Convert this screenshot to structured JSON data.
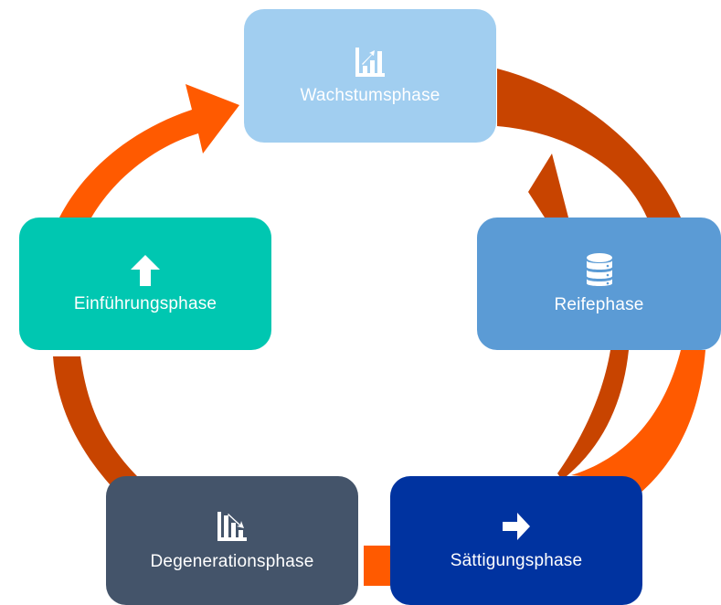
{
  "colors": {
    "arrow_dark": "#C84400",
    "arrow_light": "#FF5A00"
  },
  "phases": [
    {
      "key": "wachstum",
      "label": "Wachstumsphase",
      "icon": "bar-chart-up-icon",
      "color": "#A1CEF0"
    },
    {
      "key": "reife",
      "label": "Reifephase",
      "icon": "database-icon",
      "color": "#5B9BD5"
    },
    {
      "key": "saettigung",
      "label": "Sättigungsphase",
      "icon": "arrow-right-icon",
      "color": "#0033A0"
    },
    {
      "key": "degeneration",
      "label": "Degenerationsphase",
      "icon": "bar-chart-down-icon",
      "color": "#44546A"
    },
    {
      "key": "einfuehrung",
      "label": "Einführungsphase",
      "icon": "arrow-up-icon",
      "color": "#00C7B1"
    }
  ]
}
